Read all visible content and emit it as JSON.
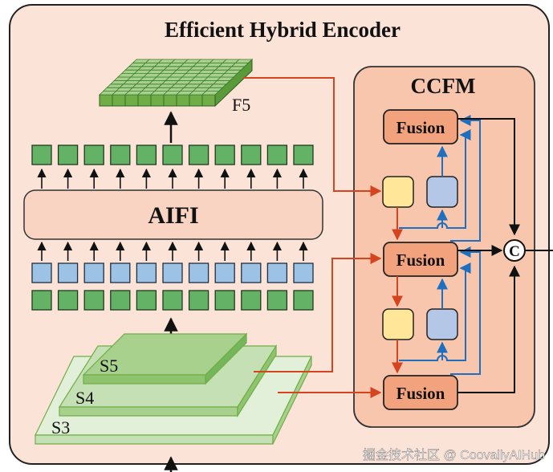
{
  "title": "Efficient Hybrid Encoder",
  "aifi_label": "AIFI",
  "ccfm_label": "CCFM",
  "f5_label": "F5",
  "levels": [
    "S3",
    "S4",
    "S5"
  ],
  "fusion_labels": [
    "Fusion",
    "Fusion",
    "Fusion"
  ],
  "concat_label": "C",
  "watermark": "掘金技术社区 @ CoovallyAIHub",
  "colors": {
    "outer_fill": "#fbe3d8",
    "ccfm_fill": "#f7c6ad",
    "fusion_fill": "#f2a27d",
    "aifi_fill": "#fad4c2",
    "token_green": "#63b265",
    "token_blue": "#9cc3e6",
    "yellow": "#ffe699",
    "lavender": "#b4c7e7",
    "red_arrow": "#d5441e",
    "blue_arrow": "#1f6fc0",
    "layer_green": "#a9d18e"
  }
}
